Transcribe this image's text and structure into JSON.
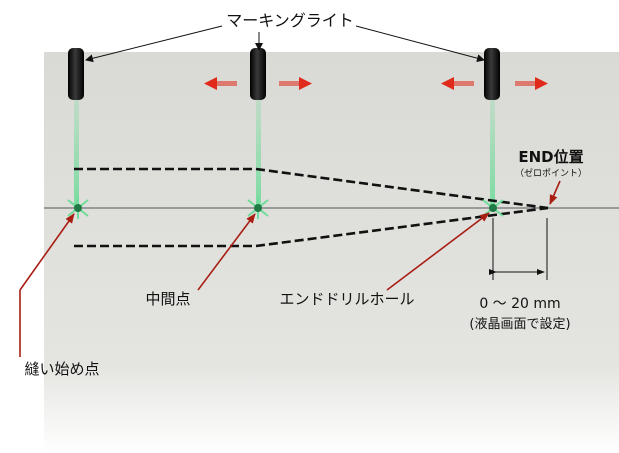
{
  "labels": {
    "marking_light": "マーキングライト",
    "end_position": "END位置",
    "zero_point": "（ゼロポイント）",
    "middle_point": "中間点",
    "end_drill_hole": "エンドドリルホール",
    "range": "0 ～ 20 mm",
    "range_note": "(液晶画面で設定)",
    "sewing_start_point": "縫い始め点"
  },
  "colors": {
    "panel_top": "#dcdcd8",
    "panel_bottom": "#f7f7f5",
    "laser": "#6fdc9a",
    "laser_dot": "#1f7a43",
    "arrow_red": "#e02a1c",
    "leader_red": "#a81e12",
    "stitch": "#111111"
  }
}
